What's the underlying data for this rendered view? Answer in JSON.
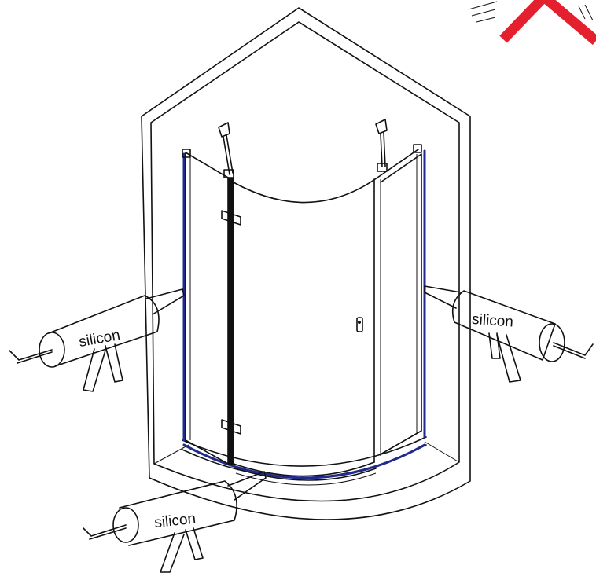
{
  "labels": {
    "gun_left": "silicon",
    "gun_right": "silicon",
    "gun_bottom": "silicon"
  },
  "colors": {
    "line": "#111111",
    "sealant": "#1f2a8c",
    "warning_mark": "#e5202e"
  },
  "icons": [
    "silicone-gun-icon",
    "caution-chevron-icon"
  ]
}
